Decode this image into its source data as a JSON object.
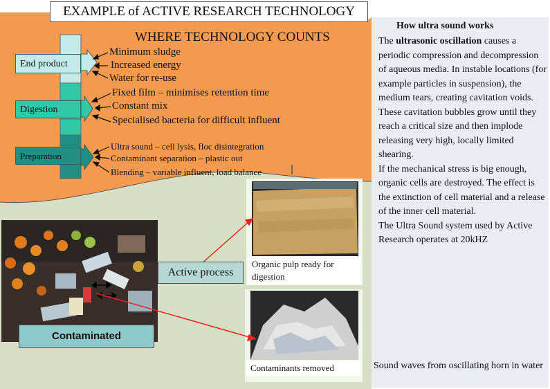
{
  "title": "EXAMPLE of ACTIVE RESEARCH TECHNOLOGY",
  "subtitle": "WHERE TECHNOLOGY COUNTS",
  "stages": [
    {
      "label": "End product",
      "bullets": [
        "Minimum sludge",
        "Increased energy",
        "Water for re-use"
      ]
    },
    {
      "label": "Digestion",
      "bullets": [
        "Fixed film – minimises retention time",
        "Constant mix",
        "Specialised bacteria for difficult influent"
      ]
    },
    {
      "label": "Preparation",
      "bullets": [
        "Ultra sound – cell lysis, floc disintegration",
        "Contaminant separation – plastic out",
        "Blending – variable influent, load balance"
      ]
    }
  ],
  "photos": {
    "pulp_label": "Organic pulp ready for digestion",
    "contaminants_label": "Contaminants removed",
    "contaminated_label": "Contaminated",
    "active_process_label": "Active process"
  },
  "how": {
    "title": "How ultra sound works",
    "body_bold": "ultrasonic oscillation",
    "body_pre": "The ",
    "body_post": " causes a periodic compression and decompression of aqueous media. In instable locations (for example particles in suspension), the medium tears, creating cavitation voids. These cavitation bubbles grow until they reach a critical size and then implode releasing very high, locally limited shearing.",
    "body_p2": "If the mechanical stress is big enough, organic cells are destroyed. The effect is the extinction of cell material and a release of the inner cell material.",
    "body_p3": "The Ultra Sound system used by Active Research operates at 20kHZ",
    "caption": "Sound waves from oscillating horn in water"
  },
  "colors": {
    "orange": "#f39a4f",
    "green_bg": "#d6dfc3",
    "panel": "#e8edf2",
    "teal_light": "#c4eae8",
    "teal_mid": "#2fc9a8",
    "teal_dark": "#1f8f85",
    "arrow_red": "#e8261f"
  }
}
